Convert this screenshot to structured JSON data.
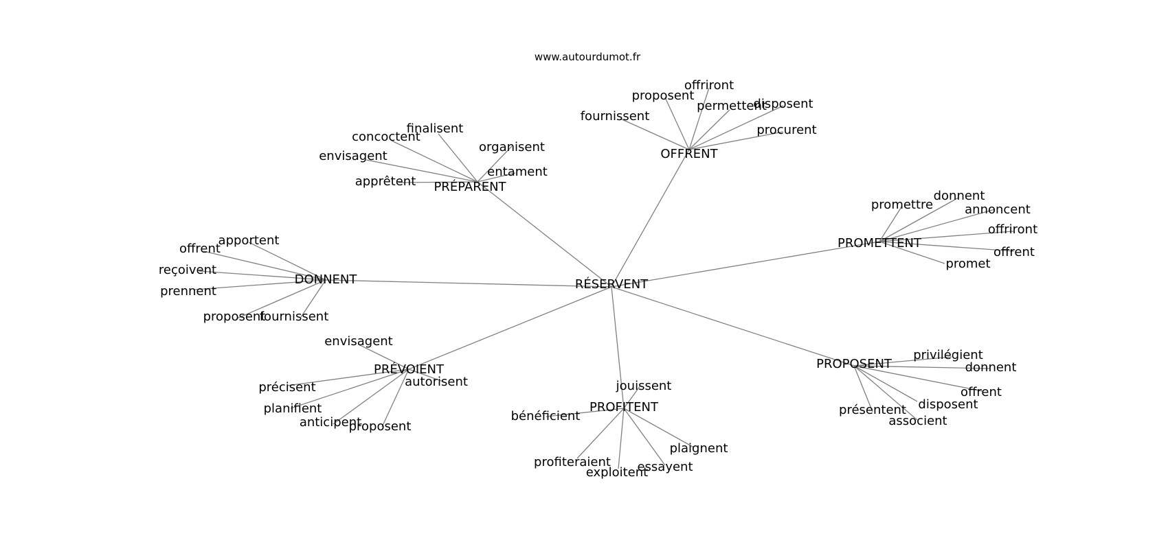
{
  "site_label": "www.autourdumot.fr",
  "colors": {
    "edge": "#808080",
    "text": "#000000",
    "background": "#ffffff"
  },
  "root": {
    "id": "reservent",
    "label": "RÉSERVENT"
  },
  "groups": [
    {
      "id": "offrent",
      "label": "OFFRENT",
      "children": [
        "fournissent",
        "proposent",
        "offriront",
        "permettent",
        "disposent",
        "procurent"
      ]
    },
    {
      "id": "preparent",
      "label": "PRÉPARENT",
      "children": [
        "concoctent",
        "finalisent",
        "organisent",
        "envisagent",
        "entament",
        "apprêtent"
      ]
    },
    {
      "id": "promettent",
      "label": "PROMETTENT",
      "children": [
        "promettre",
        "donnent",
        "annoncent",
        "offriront",
        "offrent",
        "promet"
      ]
    },
    {
      "id": "donnent",
      "label": "DONNENT",
      "children": [
        "apportent",
        "offrent",
        "reçoivent",
        "prennent",
        "proposent",
        "fournissent"
      ]
    },
    {
      "id": "prevoient",
      "label": "PRÉVOIENT",
      "children": [
        "envisagent",
        "précisent",
        "autorisent",
        "planifient",
        "anticipent",
        "proposent"
      ]
    },
    {
      "id": "profitent",
      "label": "PROFITENT",
      "children": [
        "jouissent",
        "bénéficient",
        "plaignent",
        "profiteraient",
        "exploitent",
        "essayent"
      ]
    },
    {
      "id": "proposent",
      "label": "PROPOSENT",
      "children": [
        "privilégient",
        "donnent",
        "offrent",
        "disposent",
        "présentent",
        "associent"
      ]
    }
  ]
}
